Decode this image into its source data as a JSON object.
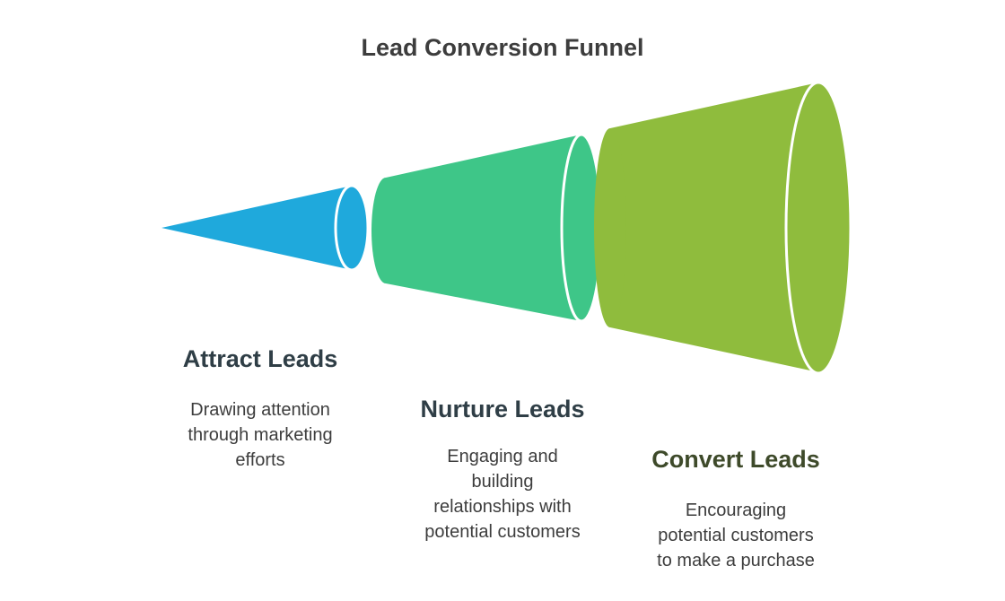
{
  "title": "Lead Conversion Funnel",
  "colors": {
    "attract": "#1fa9dc",
    "nurture": "#3ec688",
    "convert": "#8fbc3d",
    "heading_text": "#2f3e46"
  },
  "stages": [
    {
      "heading": "Attract Leads",
      "description_lines": [
        "Drawing attention",
        "through marketing",
        "efforts"
      ]
    },
    {
      "heading": "Nurture Leads",
      "description_lines": [
        "Engaging and",
        "building",
        "relationships with",
        "potential customers"
      ]
    },
    {
      "heading": "Convert Leads",
      "description_lines": [
        "Encouraging",
        "potential customers",
        "to make a purchase"
      ]
    }
  ]
}
